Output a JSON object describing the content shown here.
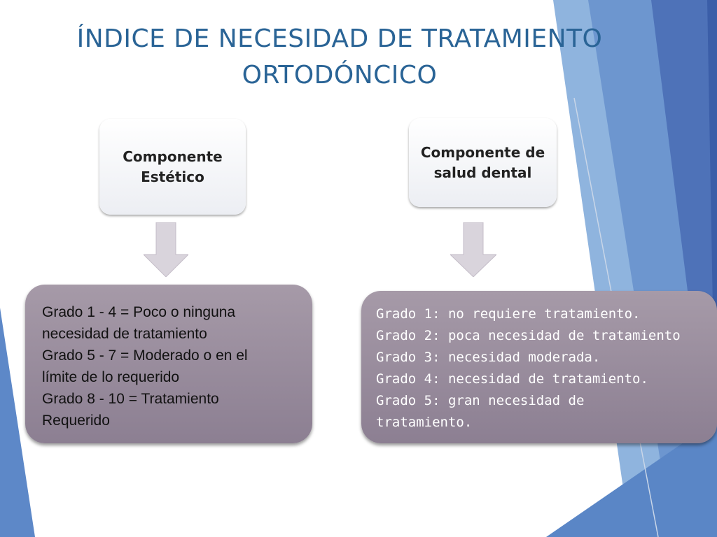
{
  "title": {
    "line1": "ÍNDICE DE NECESIDAD DE TRATAMIENTO",
    "line2": "ORTODÓNCICO"
  },
  "left": {
    "header": "Componente Estético",
    "lines": [
      "Grado 1 - 4 = Poco o ninguna",
      "necesidad de tratamiento",
      "Grado 5 - 7 = Moderado o en el",
      "límite de lo requerido",
      "Grado 8 - 10 = Tratamiento",
      "Requerido"
    ]
  },
  "right": {
    "header": "Componente de salud dental",
    "lines": [
      "Grado 1: no requiere tratamiento.",
      "Grado 2: poca necesidad de tratamiento",
      "Grado 3: necesidad moderada.",
      "Grado 4: necesidad de tratamiento.",
      "Grado 5: gran necesidad de",
      "tratamiento."
    ]
  },
  "colors": {
    "title": "#2a6496",
    "detail_box": "#9a8e9e",
    "arrow": "#d9d4dc",
    "accent_blue": "#4e7fbf"
  }
}
